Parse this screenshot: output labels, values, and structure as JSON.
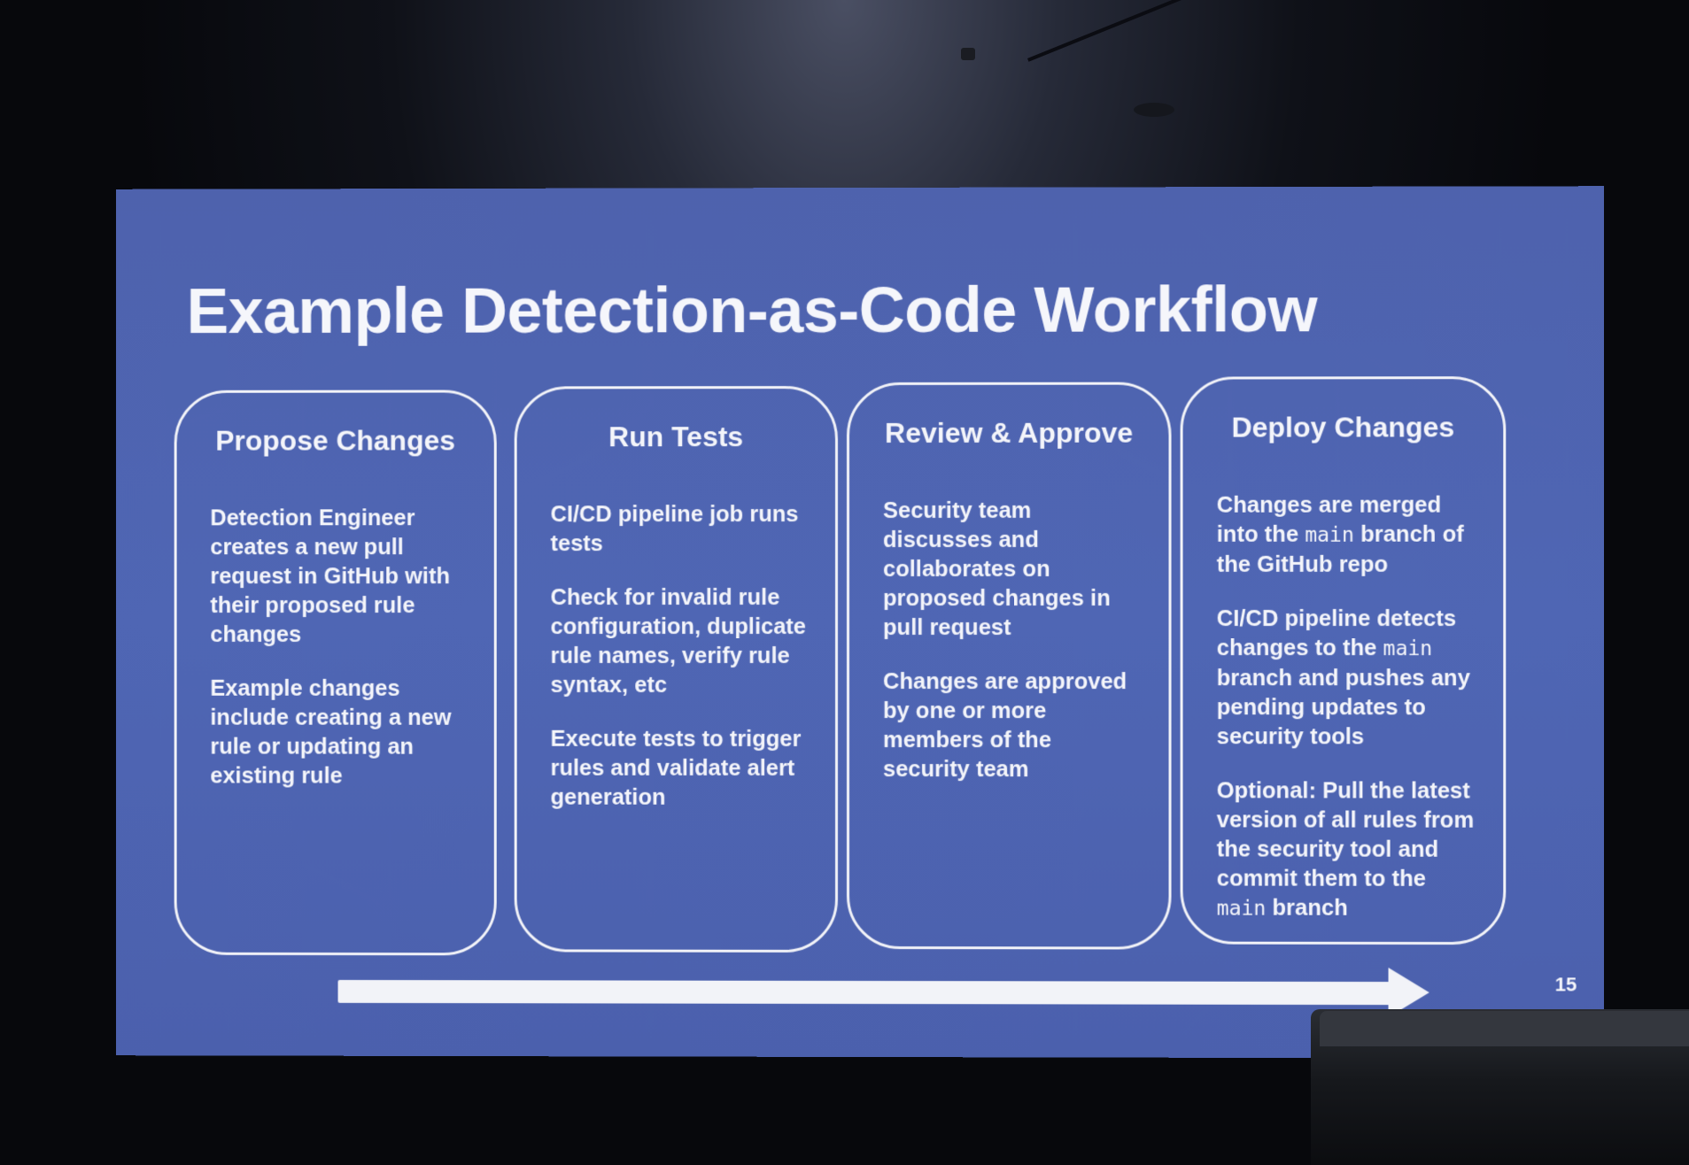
{
  "slide": {
    "title": "Example Detection-as-Code Workflow",
    "page_number": "15",
    "cards": [
      {
        "title": "Propose Changes",
        "paragraphs": [
          [
            "Detection Engineer creates a new pull request in GitHub with their proposed rule changes"
          ],
          [
            "Example changes include creating a new rule or updating an existing rule"
          ]
        ]
      },
      {
        "title": "Run Tests",
        "paragraphs": [
          [
            "CI/CD pipeline job runs tests"
          ],
          [
            "Check for invalid rule configuration, duplicate rule names, verify rule syntax, etc"
          ],
          [
            "Execute tests to trigger rules and validate alert generation"
          ]
        ]
      },
      {
        "title": "Review & Approve",
        "paragraphs": [
          [
            "Security team discusses and collaborates on proposed changes in pull request"
          ],
          [
            "Changes are approved by one or more members of the security team"
          ]
        ]
      },
      {
        "title": "Deploy Changes",
        "paragraphs": [
          [
            "Changes are merged into the ",
            "main",
            " branch of the GitHub repo"
          ],
          [
            "CI/CD pipeline detects changes to the ",
            "main",
            " branch and pushes any pending updates to security tools"
          ],
          [
            "Optional: Pull the latest version of all rules from the security tool and commit them to the ",
            "main",
            " branch"
          ]
        ]
      }
    ]
  },
  "colors": {
    "slide_background": "#4f66b4",
    "text": "#f4f5fa",
    "room": "#07080c"
  }
}
